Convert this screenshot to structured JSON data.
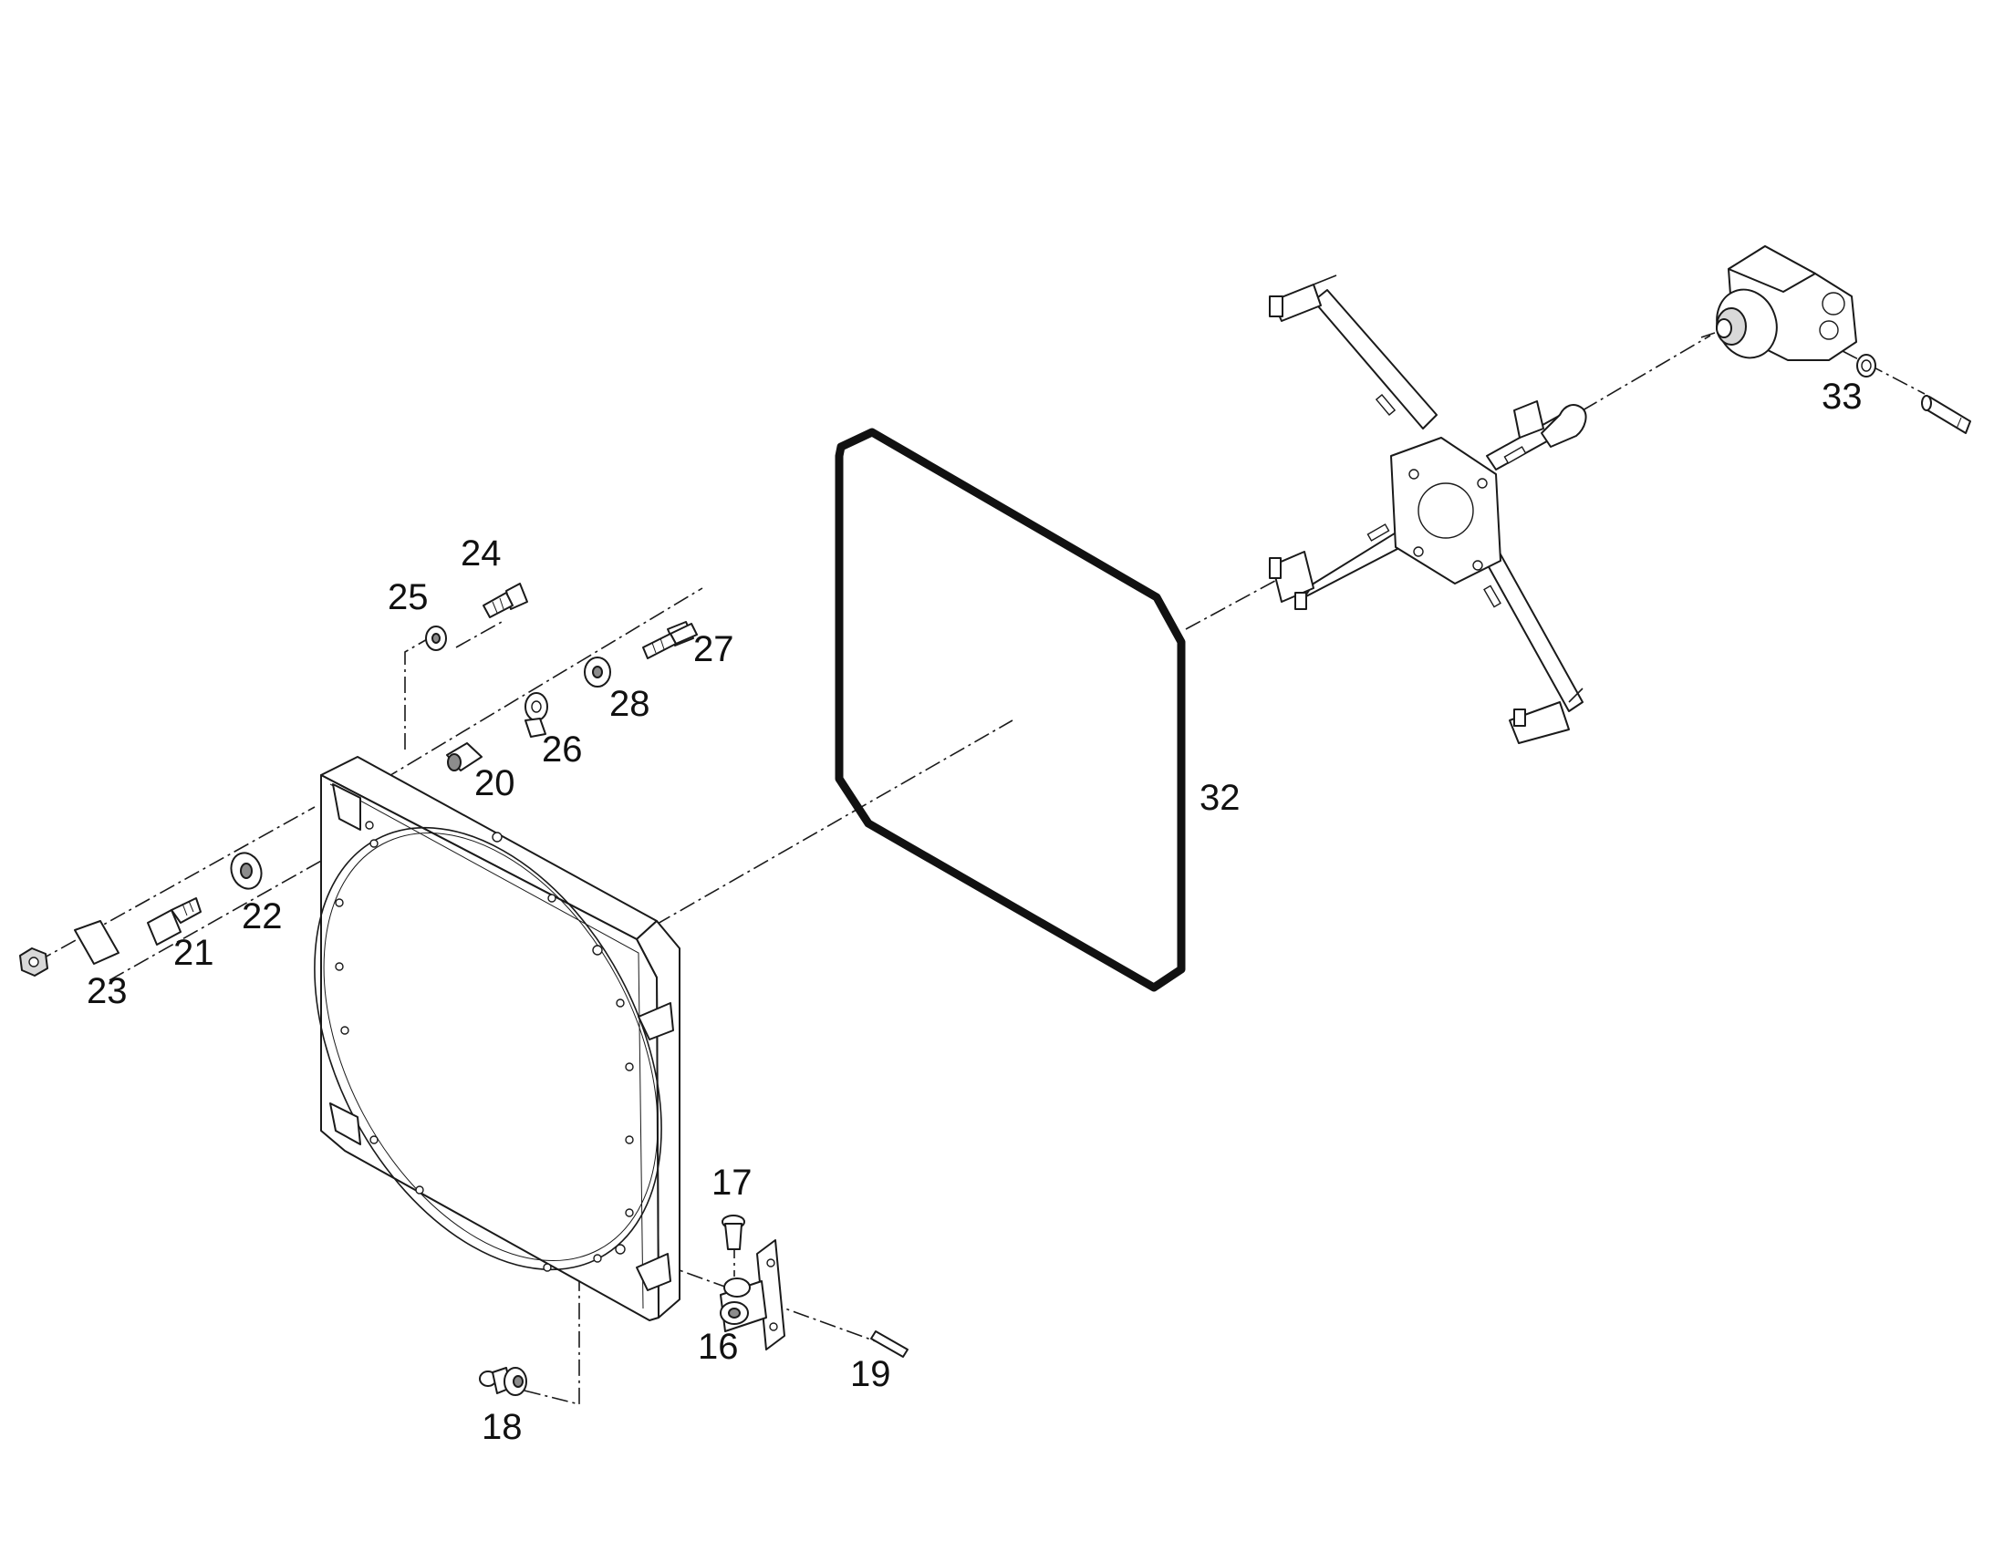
{
  "diagram": {
    "callouts": {
      "c16": "16",
      "c17": "17",
      "c18": "18",
      "c19": "19",
      "c20": "20",
      "c21": "21",
      "c22": "22",
      "c23": "23",
      "c24": "24",
      "c25": "25",
      "c26": "26",
      "c27": "27",
      "c28": "28",
      "c32": "32",
      "c33": "33"
    }
  }
}
